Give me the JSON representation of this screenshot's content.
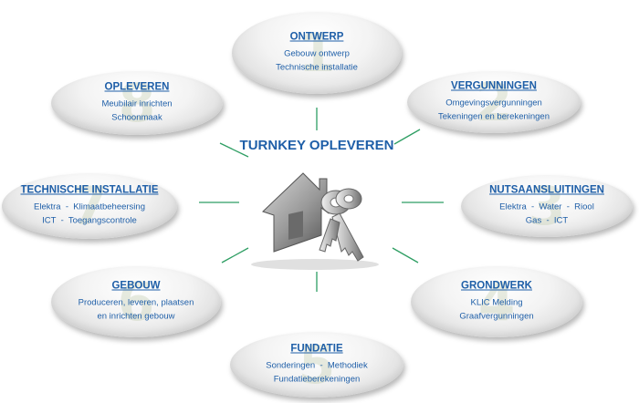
{
  "center": {
    "title": "TURNKEY OPLEVEREN"
  },
  "colors": {
    "accent": "#1f5fa8",
    "connector": "#2e9e63",
    "step_number": "#c0c8a8"
  },
  "nodes": [
    {
      "id": "ontwerp",
      "number": "1",
      "title": "ONTWERP",
      "lines": [
        "Gebouw ontwerp",
        "Technische installatie"
      ]
    },
    {
      "id": "vergunningen",
      "number": "2",
      "title": "VERGUNNINGEN",
      "lines": [
        "Omgevingsvergunningen",
        "Tekeningen en berekeningen"
      ]
    },
    {
      "id": "nutsaansluitingen",
      "number": "3",
      "title": "NUTSAANSLUITINGEN",
      "lines": [
        "Elektra  -  Water  -  Riool",
        "Gas  -  ICT"
      ]
    },
    {
      "id": "grondwerk",
      "number": "4",
      "title": "GRONDWERK",
      "lines": [
        "KLIC Melding",
        "Graafvergunningen"
      ]
    },
    {
      "id": "fundatie",
      "number": "5",
      "title": "FUNDATIE",
      "lines": [
        "Sonderingen  -  Methodiek",
        "Fundatieberekeningen"
      ]
    },
    {
      "id": "gebouw",
      "number": "6",
      "title": "GEBOUW",
      "lines": [
        "Produceren, leveren, plaatsen",
        "en inrichten gebouw"
      ]
    },
    {
      "id": "technische-installatie",
      "number": "7",
      "title": "TECHNISCHE INSTALLATIE",
      "lines": [
        "Elektra  -  Klimaatbeheersing",
        "ICT  -  Toegangscontrole"
      ]
    },
    {
      "id": "opleveren",
      "number": "8",
      "title": "OPLEVEREN",
      "lines": [
        "Meubilair inrichten",
        "Schoonmaak"
      ]
    }
  ]
}
